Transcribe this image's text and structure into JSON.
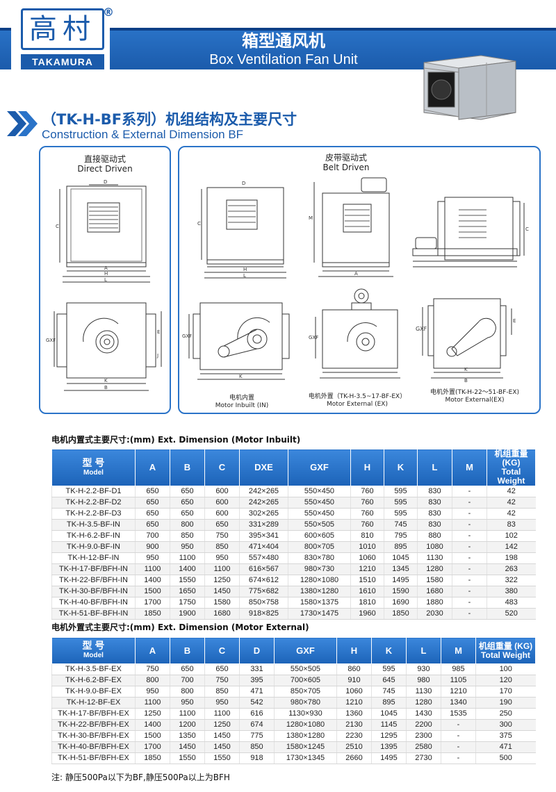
{
  "logo": {
    "cn": "高村",
    "en": "TAKAMURA",
    "reg": "®"
  },
  "header": {
    "title_cn": "箱型通风机",
    "title_en": "Box Ventilation Fan Unit"
  },
  "section": {
    "title_cn": "（TK-H-BF系列）机组结构及主要尺寸",
    "title_en": "Construction & External Dimension BF"
  },
  "diagram": {
    "direct": {
      "cn": "直接驱动式",
      "en": "Direct Driven"
    },
    "belt": {
      "cn": "皮带驱动式",
      "en": "Belt Driven"
    },
    "cap_in": {
      "cn": "电机内置",
      "en": "Motor Inbuilt (IN)"
    },
    "cap_ex1": {
      "cn": "电机外置（TK-H-3.5~17-BF-EX）",
      "en": "Motor External (EX)"
    },
    "cap_ex2": {
      "cn": "电机外置(TK-H-22～51-BF-EX)",
      "en": "Motor External(EX)"
    },
    "labels": {
      "A": "A",
      "B": "B",
      "C": "C",
      "D": "D",
      "E": "E",
      "H": "H",
      "J": "J",
      "K": "K",
      "L": "L",
      "M": "M",
      "GXF": "GXF"
    }
  },
  "table1": {
    "caption": "电机内置式主要尺寸:(mm)   Ext. Dimension (Motor Inbuilt)",
    "model_cn": "型 号",
    "model_en": "Model",
    "cols": [
      "A",
      "B",
      "C",
      "DXE",
      "GXF",
      "H",
      "K",
      "L",
      "M"
    ],
    "weight_cn": "机组重量 (KG)",
    "weight_en": "Total Weight",
    "rows": [
      [
        "TK-H-2.2-BF-D1",
        "650",
        "650",
        "600",
        "242×265",
        "550×450",
        "760",
        "595",
        "830",
        "-",
        "42"
      ],
      [
        "TK-H-2.2-BF-D2",
        "650",
        "650",
        "600",
        "242×265",
        "550×450",
        "760",
        "595",
        "830",
        "-",
        "42"
      ],
      [
        "TK-H-2.2-BF-D3",
        "650",
        "650",
        "600",
        "302×265",
        "550×450",
        "760",
        "595",
        "830",
        "-",
        "42"
      ],
      [
        "TK-H-3.5-BF-IN",
        "650",
        "800",
        "650",
        "331×289",
        "550×505",
        "760",
        "745",
        "830",
        "-",
        "83"
      ],
      [
        "TK-H-6.2-BF-IN",
        "700",
        "850",
        "750",
        "395×341",
        "600×605",
        "810",
        "795",
        "880",
        "-",
        "102"
      ],
      [
        "TK-H-9.0-BF-IN",
        "900",
        "950",
        "850",
        "471×404",
        "800×705",
        "1010",
        "895",
        "1080",
        "-",
        "142"
      ],
      [
        "TK-H-12-BF-IN",
        "950",
        "1100",
        "950",
        "557×480",
        "830×780",
        "1060",
        "1045",
        "1130",
        "-",
        "198"
      ],
      [
        "TK-H-17-BF/BFH-IN",
        "1100",
        "1400",
        "1100",
        "616×567",
        "980×730",
        "1210",
        "1345",
        "1280",
        "-",
        "263"
      ],
      [
        "TK-H-22-BF/BFH-IN",
        "1400",
        "1550",
        "1250",
        "674×612",
        "1280×1080",
        "1510",
        "1495",
        "1580",
        "-",
        "322"
      ],
      [
        "TK-H-30-BF/BFH-IN",
        "1500",
        "1650",
        "1450",
        "775×682",
        "1380×1280",
        "1610",
        "1590",
        "1680",
        "-",
        "380"
      ],
      [
        "TK-H-40-BF/BFH-IN",
        "1700",
        "1750",
        "1580",
        "850×758",
        "1580×1375",
        "1810",
        "1690",
        "1880",
        "-",
        "483"
      ],
      [
        "TK-H-51-BF-BFH-IN",
        "1850",
        "1900",
        "1680",
        "918×825",
        "1730×1475",
        "1960",
        "1850",
        "2030",
        "-",
        "520"
      ]
    ]
  },
  "table2": {
    "caption": "电机外置式主要尺寸:(mm)   Ext. Dimension (Motor External)",
    "model_cn": "型 号",
    "model_en": "Model",
    "cols": [
      "A",
      "B",
      "C",
      "D",
      "GXF",
      "H",
      "K",
      "L",
      "M"
    ],
    "weight_cn": "机组重量 (KG)",
    "weight_en": "Total Weight",
    "rows": [
      [
        "TK-H-3.5-BF-EX",
        "750",
        "650",
        "650",
        "331",
        "550×505",
        "860",
        "595",
        "930",
        "985",
        "100"
      ],
      [
        "TK-H-6.2-BF-EX",
        "800",
        "700",
        "750",
        "395",
        "700×605",
        "910",
        "645",
        "980",
        "1105",
        "120"
      ],
      [
        "TK-H-9.0-BF-EX",
        "950",
        "800",
        "850",
        "471",
        "850×705",
        "1060",
        "745",
        "1130",
        "1210",
        "170"
      ],
      [
        "TK-H-12-BF-EX",
        "1100",
        "950",
        "950",
        "542",
        "980×780",
        "1210",
        "895",
        "1280",
        "1340",
        "190"
      ],
      [
        "TK-H-17-BF/BFH-EX",
        "1250",
        "1100",
        "1100",
        "616",
        "1130×930",
        "1360",
        "1045",
        "1430",
        "1535",
        "250"
      ],
      [
        "TK-H-22-BF/BFH-EX",
        "1400",
        "1200",
        "1250",
        "674",
        "1280×1080",
        "2130",
        "1145",
        "2200",
        "-",
        "300"
      ],
      [
        "TK-H-30-BF/BFH-EX",
        "1500",
        "1350",
        "1450",
        "775",
        "1380×1280",
        "2230",
        "1295",
        "2300",
        "-",
        "375"
      ],
      [
        "TK-H-40-BF/BFH-EX",
        "1700",
        "1450",
        "1450",
        "850",
        "1580×1245",
        "2510",
        "1395",
        "2580",
        "-",
        "471"
      ],
      [
        "TK-H-51-BF/BFH-EX",
        "1850",
        "1550",
        "1550",
        "918",
        "1730×1345",
        "2660",
        "1495",
        "2730",
        "-",
        "500"
      ]
    ]
  },
  "note": "注: 静压500Pa以下为BF,静压500Pa以上为BFH"
}
